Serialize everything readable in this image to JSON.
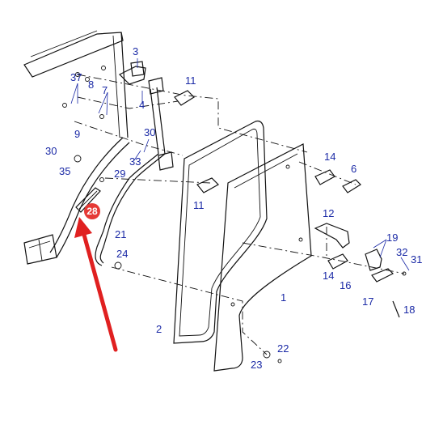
{
  "colors": {
    "label": "#1b2aa6",
    "line": "#111111",
    "highlight": "#e53935",
    "arrow": "#e02020"
  },
  "highlight": {
    "part": "28"
  },
  "parts": {
    "p1": "1",
    "p2": "2",
    "p3": "3",
    "p4": "4",
    "p6": "6",
    "p7": "7",
    "p8": "8",
    "p9": "9",
    "p11a": "11",
    "p11b": "11",
    "p12": "12",
    "p14a": "14",
    "p14b": "14",
    "p16": "16",
    "p17": "17",
    "p18": "18",
    "p19": "19",
    "p21": "21",
    "p22": "22",
    "p23": "23",
    "p24": "24",
    "p29": "29",
    "p30a": "30",
    "p30b": "30",
    "p31": "31",
    "p32": "32",
    "p33": "33",
    "p35": "35",
    "p37": "37"
  }
}
